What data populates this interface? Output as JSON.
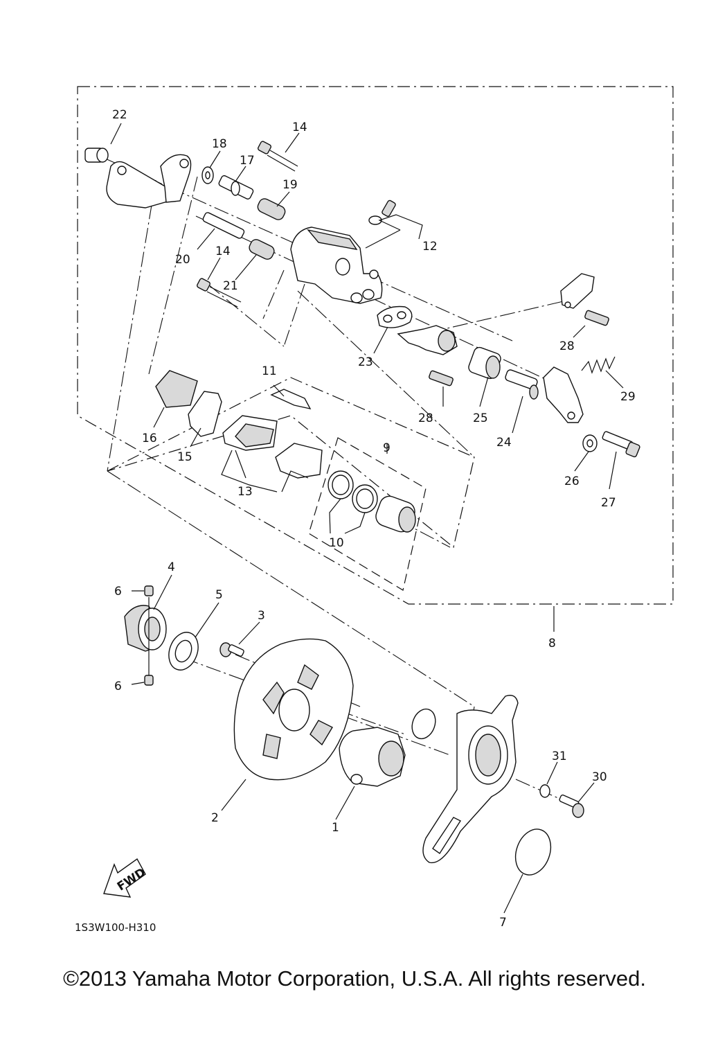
{
  "callouts": [
    {
      "id": "1",
      "label": "1"
    },
    {
      "id": "2",
      "label": "2"
    },
    {
      "id": "3",
      "label": "3"
    },
    {
      "id": "4",
      "label": "4"
    },
    {
      "id": "5",
      "label": "5"
    },
    {
      "id": "6a",
      "label": "6"
    },
    {
      "id": "6b",
      "label": "6"
    },
    {
      "id": "7",
      "label": "7"
    },
    {
      "id": "8",
      "label": "8"
    },
    {
      "id": "9",
      "label": "9"
    },
    {
      "id": "10",
      "label": "10"
    },
    {
      "id": "11",
      "label": "11"
    },
    {
      "id": "12",
      "label": "12"
    },
    {
      "id": "13",
      "label": "13"
    },
    {
      "id": "14a",
      "label": "14"
    },
    {
      "id": "14b",
      "label": "14"
    },
    {
      "id": "15",
      "label": "15"
    },
    {
      "id": "16",
      "label": "16"
    },
    {
      "id": "17",
      "label": "17"
    },
    {
      "id": "18",
      "label": "18"
    },
    {
      "id": "19",
      "label": "19"
    },
    {
      "id": "20",
      "label": "20"
    },
    {
      "id": "21",
      "label": "21"
    },
    {
      "id": "22",
      "label": "22"
    },
    {
      "id": "23",
      "label": "23"
    },
    {
      "id": "24",
      "label": "24"
    },
    {
      "id": "25",
      "label": "25"
    },
    {
      "id": "26",
      "label": "26"
    },
    {
      "id": "27",
      "label": "27"
    },
    {
      "id": "28a",
      "label": "28"
    },
    {
      "id": "28b",
      "label": "28"
    },
    {
      "id": "29",
      "label": "29"
    },
    {
      "id": "30",
      "label": "30"
    },
    {
      "id": "31",
      "label": "31"
    }
  ],
  "fwd_label": "FWD",
  "diagram_code": "1S3W100-H310",
  "copyright": "©2013 Yamaha Motor Corporation, U.S.A. All rights reserved."
}
